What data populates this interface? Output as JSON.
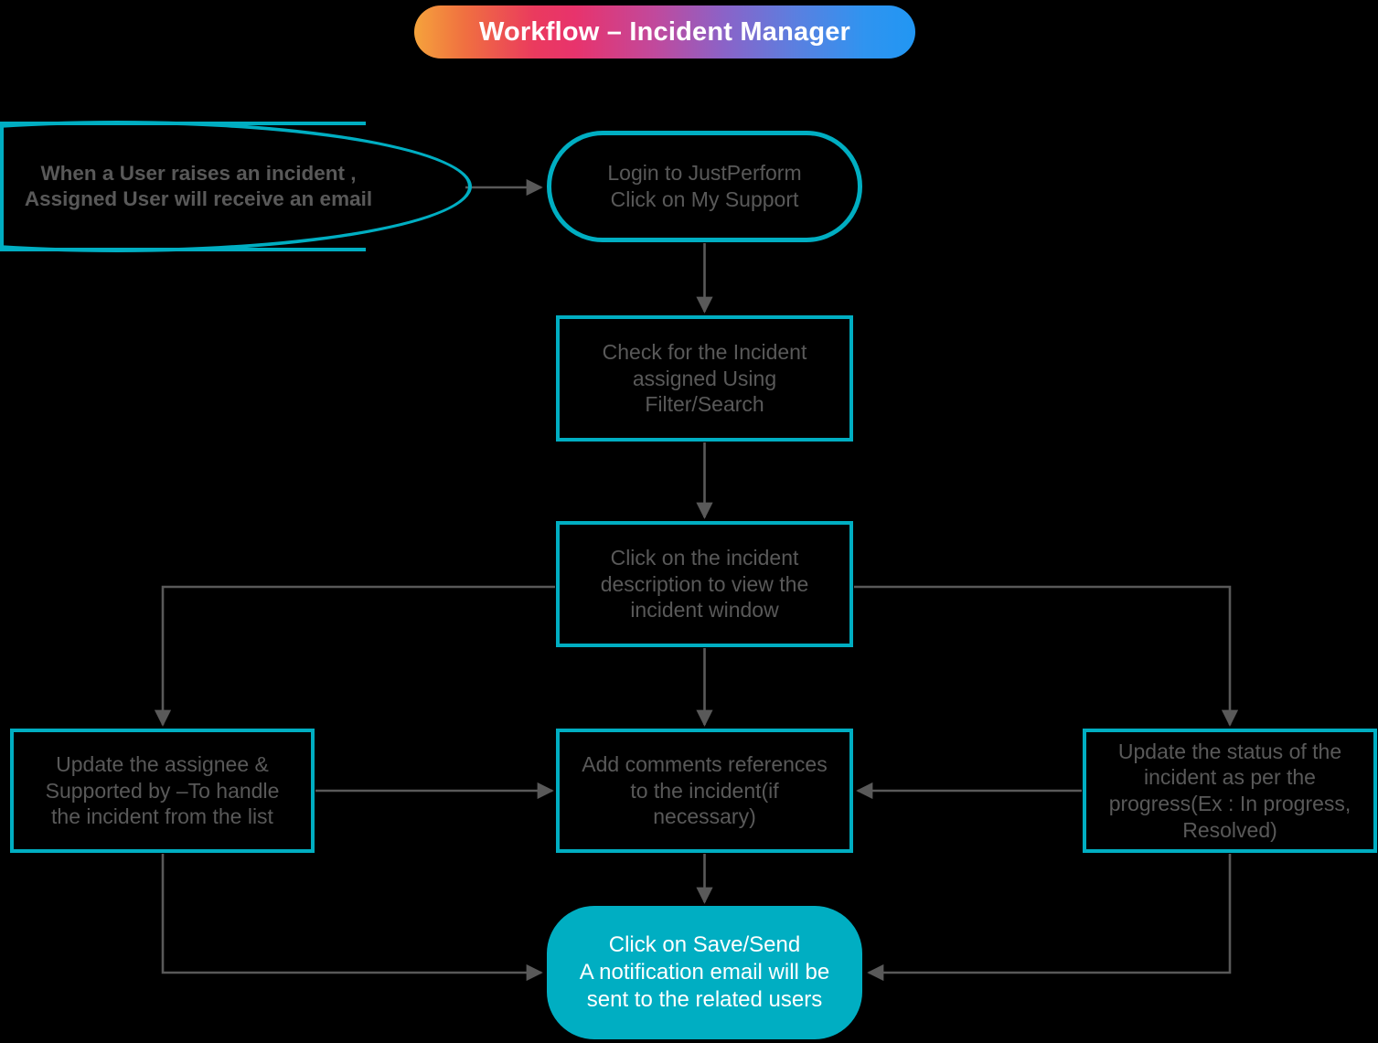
{
  "title": {
    "text": "Workflow – Incident Manager",
    "gradient_from": "#f5a33c",
    "gradient_mid": "#e8336c",
    "gradient_to": "#2196f3"
  },
  "theme": {
    "background": "#000000",
    "accent_teal": "#00aec2",
    "node_text": "#595959",
    "filled_node_text": "#ffffff",
    "connector": "#595959"
  },
  "nodes": {
    "trigger": {
      "line1": "When a User raises an incident ,",
      "line2": "Assigned User will receive an email",
      "shape": "rounded-ellipse-right"
    },
    "login": {
      "line1": "Login to JustPerform",
      "line2": "Click on My Support",
      "shape": "stadium"
    },
    "check": {
      "line1": "Check for the Incident",
      "line2": "assigned Using",
      "line3": "Filter/Search",
      "shape": "rectangle"
    },
    "click_description": {
      "line1": "Click on the incident",
      "line2": "description to view the",
      "line3": "incident window",
      "shape": "rectangle"
    },
    "assignee": {
      "line1": "Update the assignee &",
      "line2": "Supported by –To handle",
      "line3": "the incident from the list",
      "shape": "rectangle"
    },
    "comments": {
      "line1": "Add comments references",
      "line2": "to the incident(if",
      "line3": "necessary)",
      "shape": "rectangle"
    },
    "status": {
      "line1": "Update the status of the",
      "line2": "incident as per the",
      "line3": "progress(Ex : In progress,",
      "line4": "Resolved)",
      "shape": "rectangle"
    },
    "save": {
      "line1": "Click on Save/Send",
      "line2": "A notification email will be",
      "line3": "sent to the related users",
      "shape": "stadium-filled"
    }
  },
  "edges": [
    {
      "from": "trigger",
      "to": "login",
      "direction": "right"
    },
    {
      "from": "login",
      "to": "check",
      "direction": "down"
    },
    {
      "from": "check",
      "to": "click_description",
      "direction": "down"
    },
    {
      "from": "click_description",
      "to": "assignee",
      "direction": "left-down"
    },
    {
      "from": "click_description",
      "to": "comments",
      "direction": "down"
    },
    {
      "from": "click_description",
      "to": "status",
      "direction": "right-down"
    },
    {
      "from": "assignee",
      "to": "comments",
      "direction": "right"
    },
    {
      "from": "status",
      "to": "comments",
      "direction": "left"
    },
    {
      "from": "comments",
      "to": "save",
      "direction": "down"
    },
    {
      "from": "assignee",
      "to": "save",
      "direction": "down-right"
    },
    {
      "from": "status",
      "to": "save",
      "direction": "down-left"
    }
  ]
}
